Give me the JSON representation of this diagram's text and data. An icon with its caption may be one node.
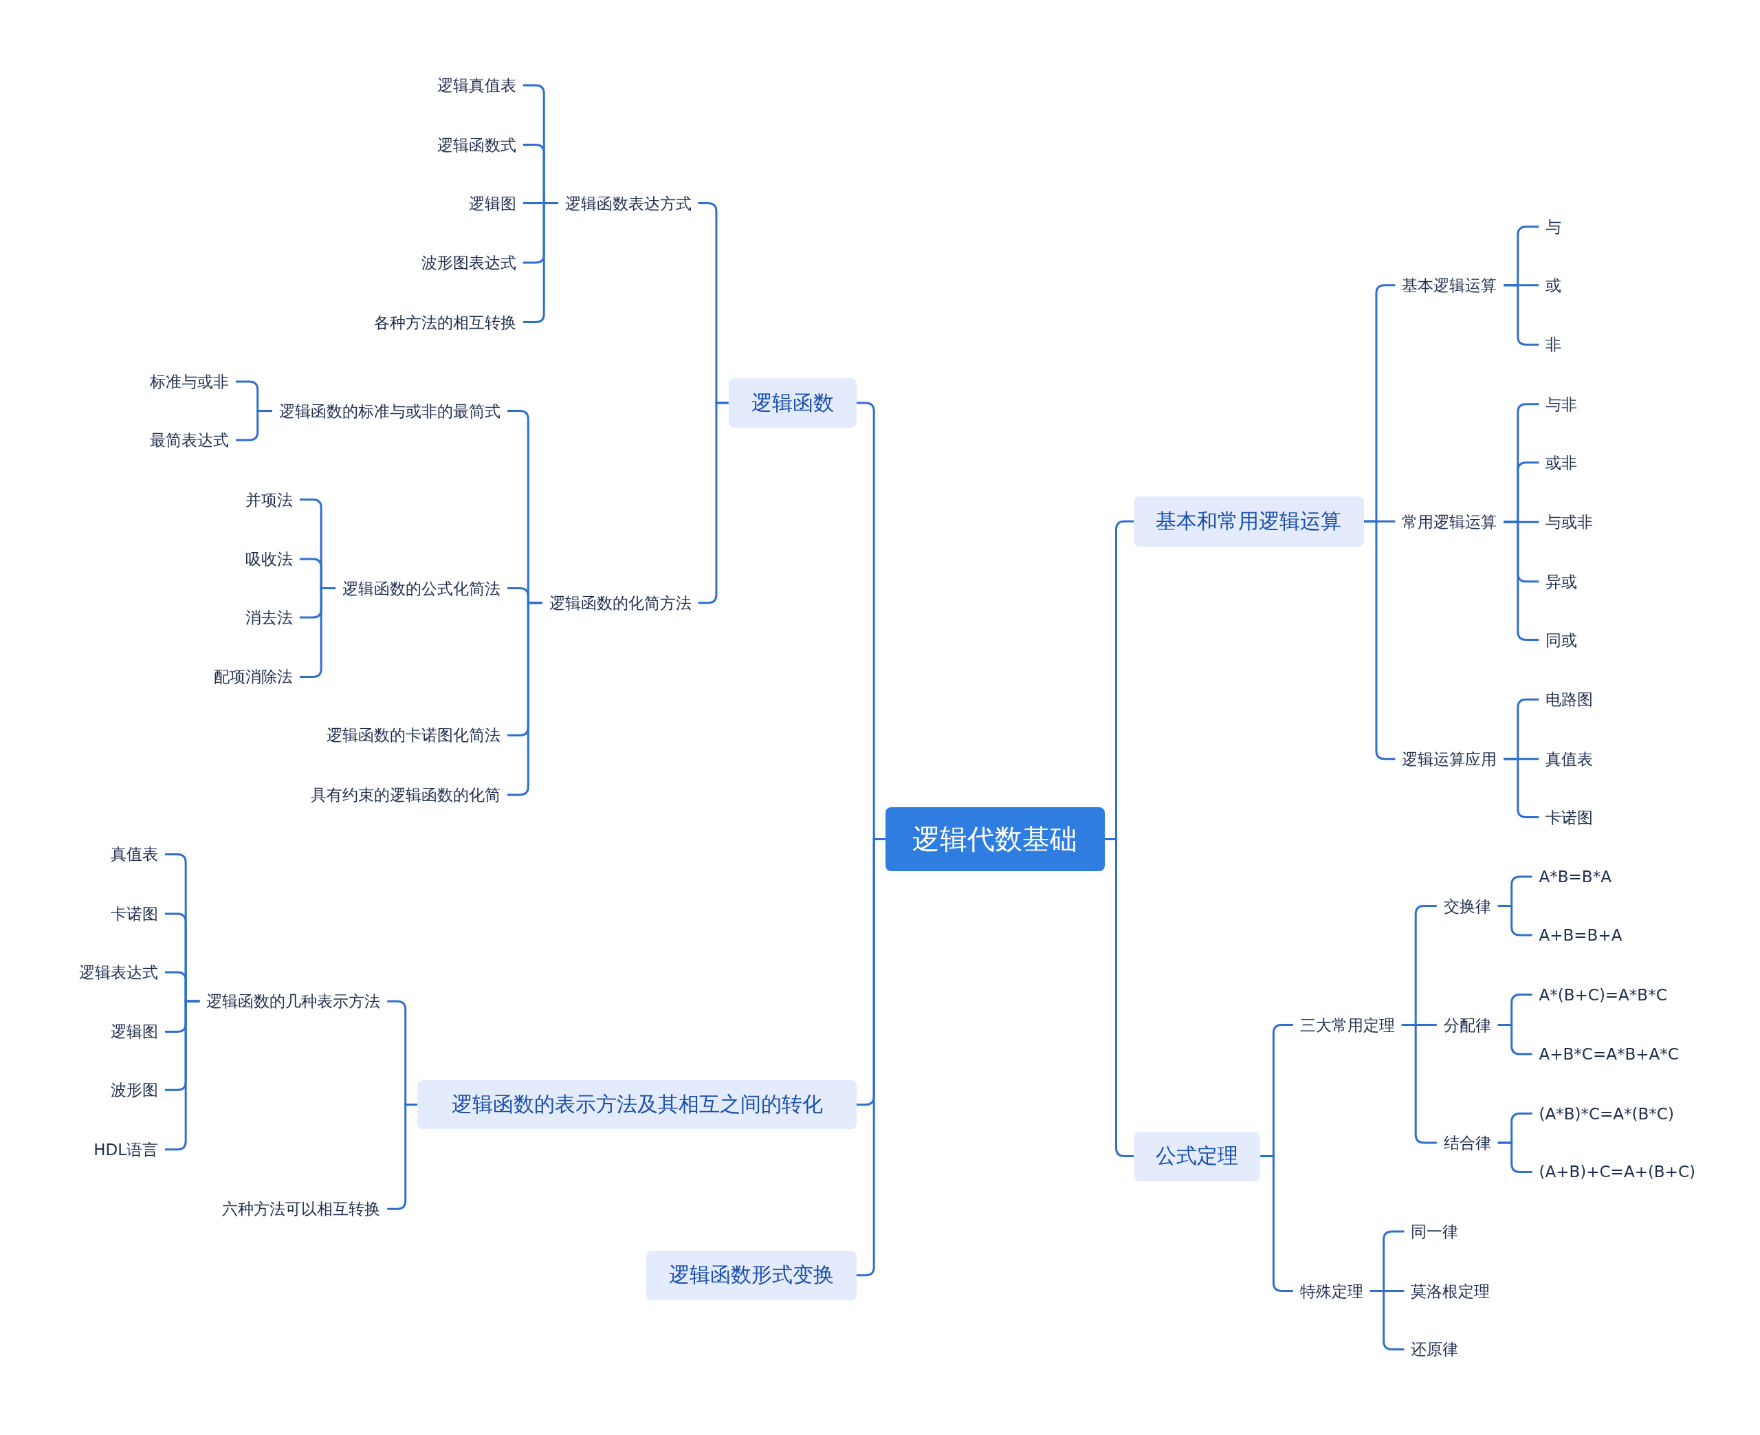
{
  "diagram": {
    "nodes": [
      {
        "text": [
          "逻辑代数基础"
        ]
      },
      {
        "text": [
          "逻辑函数"
        ]
      },
      {
        "text": [
          "逻辑函数表达方式"
        ]
      },
      {
        "text": [
          "逻辑真值表"
        ]
      },
      {
        "text": [
          "逻辑函数式"
        ]
      },
      {
        "text": [
          "逻辑图"
        ]
      },
      {
        "text": [
          "波形图表达式"
        ]
      },
      {
        "text": [
          "各种方法的相互转换"
        ]
      },
      {
        "text": [
          "逻辑函数的化简方法"
        ]
      },
      {
        "text": [
          "逻辑函数的标准与或非的最简式"
        ]
      },
      {
        "text": [
          "标准与或非"
        ]
      },
      {
        "text": [
          "最简表达式"
        ]
      },
      {
        "text": [
          "逻辑函数的公式化简法"
        ]
      },
      {
        "text": [
          "并项法"
        ]
      },
      {
        "text": [
          "吸收法"
        ]
      },
      {
        "text": [
          "消去法"
        ]
      },
      {
        "text": [
          "配项消除法"
        ]
      },
      {
        "text": [
          "逻辑函数的卡诺图化简法"
        ]
      },
      {
        "text": [
          "具有约束的逻辑函数的化简"
        ]
      },
      {
        "text": [
          "逻辑函数的表示方法及其相互之间的转化"
        ]
      },
      {
        "text": [
          "逻辑函数的几种表示方法"
        ]
      },
      {
        "text": [
          "真值表"
        ]
      },
      {
        "text": [
          "卡诺图"
        ]
      },
      {
        "text": [
          "逻辑表达式"
        ]
      },
      {
        "text": [
          "逻辑图"
        ]
      },
      {
        "text": [
          "波形图"
        ]
      },
      {
        "text": [
          "HDL语言"
        ]
      },
      {
        "text": [
          "六种方法可以相互转换"
        ]
      },
      {
        "text": [
          "逻辑函数形式变换"
        ]
      },
      {
        "text": [
          "基本和常用逻辑运算"
        ]
      },
      {
        "text": [
          "基本逻辑运算"
        ]
      },
      {
        "text": [
          "与"
        ]
      },
      {
        "text": [
          "或"
        ]
      },
      {
        "text": [
          "非"
        ]
      },
      {
        "text": [
          "常用逻辑运算"
        ]
      },
      {
        "text": [
          "与非"
        ]
      },
      {
        "text": [
          "或非"
        ]
      },
      {
        "text": [
          "与或非"
        ]
      },
      {
        "text": [
          "异或"
        ]
      },
      {
        "text": [
          "同或"
        ]
      },
      {
        "text": [
          "逻辑运算应用"
        ]
      },
      {
        "text": [
          "电路图"
        ]
      },
      {
        "text": [
          "真值表"
        ]
      },
      {
        "text": [
          "卡诺图"
        ]
      },
      {
        "text": [
          "公式定理"
        ]
      },
      {
        "text": [
          "三大常用定理"
        ]
      },
      {
        "text": [
          "交换律"
        ]
      },
      {
        "text": [
          "A*B=B*A"
        ]
      },
      {
        "text": [
          "A+B=B+A"
        ]
      },
      {
        "text": [
          "分配律"
        ]
      },
      {
        "text": [
          "A*(B+C)=A*B*C"
        ]
      },
      {
        "text": [
          "A+B*C=A*B+A*C"
        ]
      },
      {
        "text": [
          "结合律"
        ]
      },
      {
        "text": [
          "(A*B)*C=A*(B*C)"
        ]
      },
      {
        "text": [
          "(A+B)+C=A+(B+C)"
        ]
      },
      {
        "text": [
          "特殊定理"
        ]
      },
      {
        "text": [
          "同一律"
        ]
      },
      {
        "text": [
          "莫洛根定理"
        ]
      },
      {
        "text": [
          "还原律"
        ]
      }
    ],
    "edges": [
      {
        "from": 0,
        "to": 1,
        "arrow": "none"
      },
      {
        "from": 1,
        "to": 2,
        "arrow": "none"
      },
      {
        "from": 2,
        "to": 3,
        "arrow": "none"
      },
      {
        "from": 2,
        "to": 4,
        "arrow": "none"
      },
      {
        "from": 2,
        "to": 5,
        "arrow": "none"
      },
      {
        "from": 2,
        "to": 6,
        "arrow": "none"
      },
      {
        "from": 2,
        "to": 7,
        "arrow": "none"
      },
      {
        "from": 1,
        "to": 8,
        "arrow": "none"
      },
      {
        "from": 8,
        "to": 9,
        "arrow": "none"
      },
      {
        "from": 9,
        "to": 10,
        "arrow": "none"
      },
      {
        "from": 9,
        "to": 11,
        "arrow": "none"
      },
      {
        "from": 8,
        "to": 12,
        "arrow": "none"
      },
      {
        "from": 12,
        "to": 13,
        "arrow": "none"
      },
      {
        "from": 12,
        "to": 14,
        "arrow": "none"
      },
      {
        "from": 12,
        "to": 15,
        "arrow": "none"
      },
      {
        "from": 12,
        "to": 16,
        "arrow": "none"
      },
      {
        "from": 8,
        "to": 17,
        "arrow": "none"
      },
      {
        "from": 8,
        "to": 18,
        "arrow": "none"
      },
      {
        "from": 0,
        "to": 19,
        "arrow": "none"
      },
      {
        "from": 19,
        "to": 20,
        "arrow": "none"
      },
      {
        "from": 20,
        "to": 21,
        "arrow": "none"
      },
      {
        "from": 20,
        "to": 22,
        "arrow": "none"
      },
      {
        "from": 20,
        "to": 23,
        "arrow": "none"
      },
      {
        "from": 20,
        "to": 24,
        "arrow": "none"
      },
      {
        "from": 20,
        "to": 25,
        "arrow": "none"
      },
      {
        "from": 20,
        "to": 26,
        "arrow": "none"
      },
      {
        "from": 19,
        "to": 27,
        "arrow": "none"
      },
      {
        "from": 0,
        "to": 28,
        "arrow": "none"
      },
      {
        "from": 0,
        "to": 29,
        "arrow": "none"
      },
      {
        "from": 29,
        "to": 30,
        "arrow": "none"
      },
      {
        "from": 30,
        "to": 31,
        "arrow": "none"
      },
      {
        "from": 30,
        "to": 32,
        "arrow": "none"
      },
      {
        "from": 30,
        "to": 33,
        "arrow": "none"
      },
      {
        "from": 29,
        "to": 34,
        "arrow": "none"
      },
      {
        "from": 34,
        "to": 35,
        "arrow": "none"
      },
      {
        "from": 34,
        "to": 36,
        "arrow": "none"
      },
      {
        "from": 34,
        "to": 37,
        "arrow": "none"
      },
      {
        "from": 34,
        "to": 38,
        "arrow": "none"
      },
      {
        "from": 34,
        "to": 39,
        "arrow": "none"
      },
      {
        "from": 29,
        "to": 40,
        "arrow": "none"
      },
      {
        "from": 40,
        "to": 41,
        "arrow": "none"
      },
      {
        "from": 40,
        "to": 42,
        "arrow": "none"
      },
      {
        "from": 40,
        "to": 43,
        "arrow": "none"
      },
      {
        "from": 0,
        "to": 44,
        "arrow": "none"
      },
      {
        "from": 44,
        "to": 45,
        "arrow": "none"
      },
      {
        "from": 45,
        "to": 46,
        "arrow": "none"
      },
      {
        "from": 46,
        "to": 47,
        "arrow": "none"
      },
      {
        "from": 46,
        "to": 48,
        "arrow": "none"
      },
      {
        "from": 45,
        "to": 49,
        "arrow": "none"
      },
      {
        "from": 49,
        "to": 50,
        "arrow": "none"
      },
      {
        "from": 49,
        "to": 51,
        "arrow": "none"
      },
      {
        "from": 45,
        "to": 52,
        "arrow": "none"
      },
      {
        "from": 52,
        "to": 53,
        "arrow": "none"
      },
      {
        "from": 52,
        "to": 54,
        "arrow": "none"
      },
      {
        "from": 44,
        "to": 55,
        "arrow": "none"
      },
      {
        "from": 55,
        "to": 56,
        "arrow": "none"
      },
      {
        "from": 55,
        "to": 57,
        "arrow": "none"
      },
      {
        "from": 55,
        "to": 58,
        "arrow": "none"
      }
    ]
  }
}
